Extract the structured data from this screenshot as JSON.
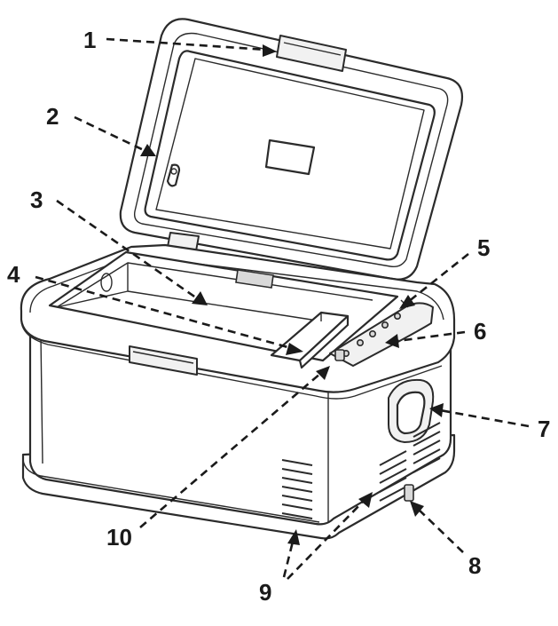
{
  "callouts": [
    {
      "number": "1"
    },
    {
      "number": "2"
    },
    {
      "number": "3"
    },
    {
      "number": "4"
    },
    {
      "number": "5"
    },
    {
      "number": "6"
    },
    {
      "number": "7"
    },
    {
      "number": "8"
    },
    {
      "number": "9"
    },
    {
      "number": "10"
    }
  ],
  "colors": {
    "ink": "#2b2b2b",
    "background": "#ffffff"
  }
}
